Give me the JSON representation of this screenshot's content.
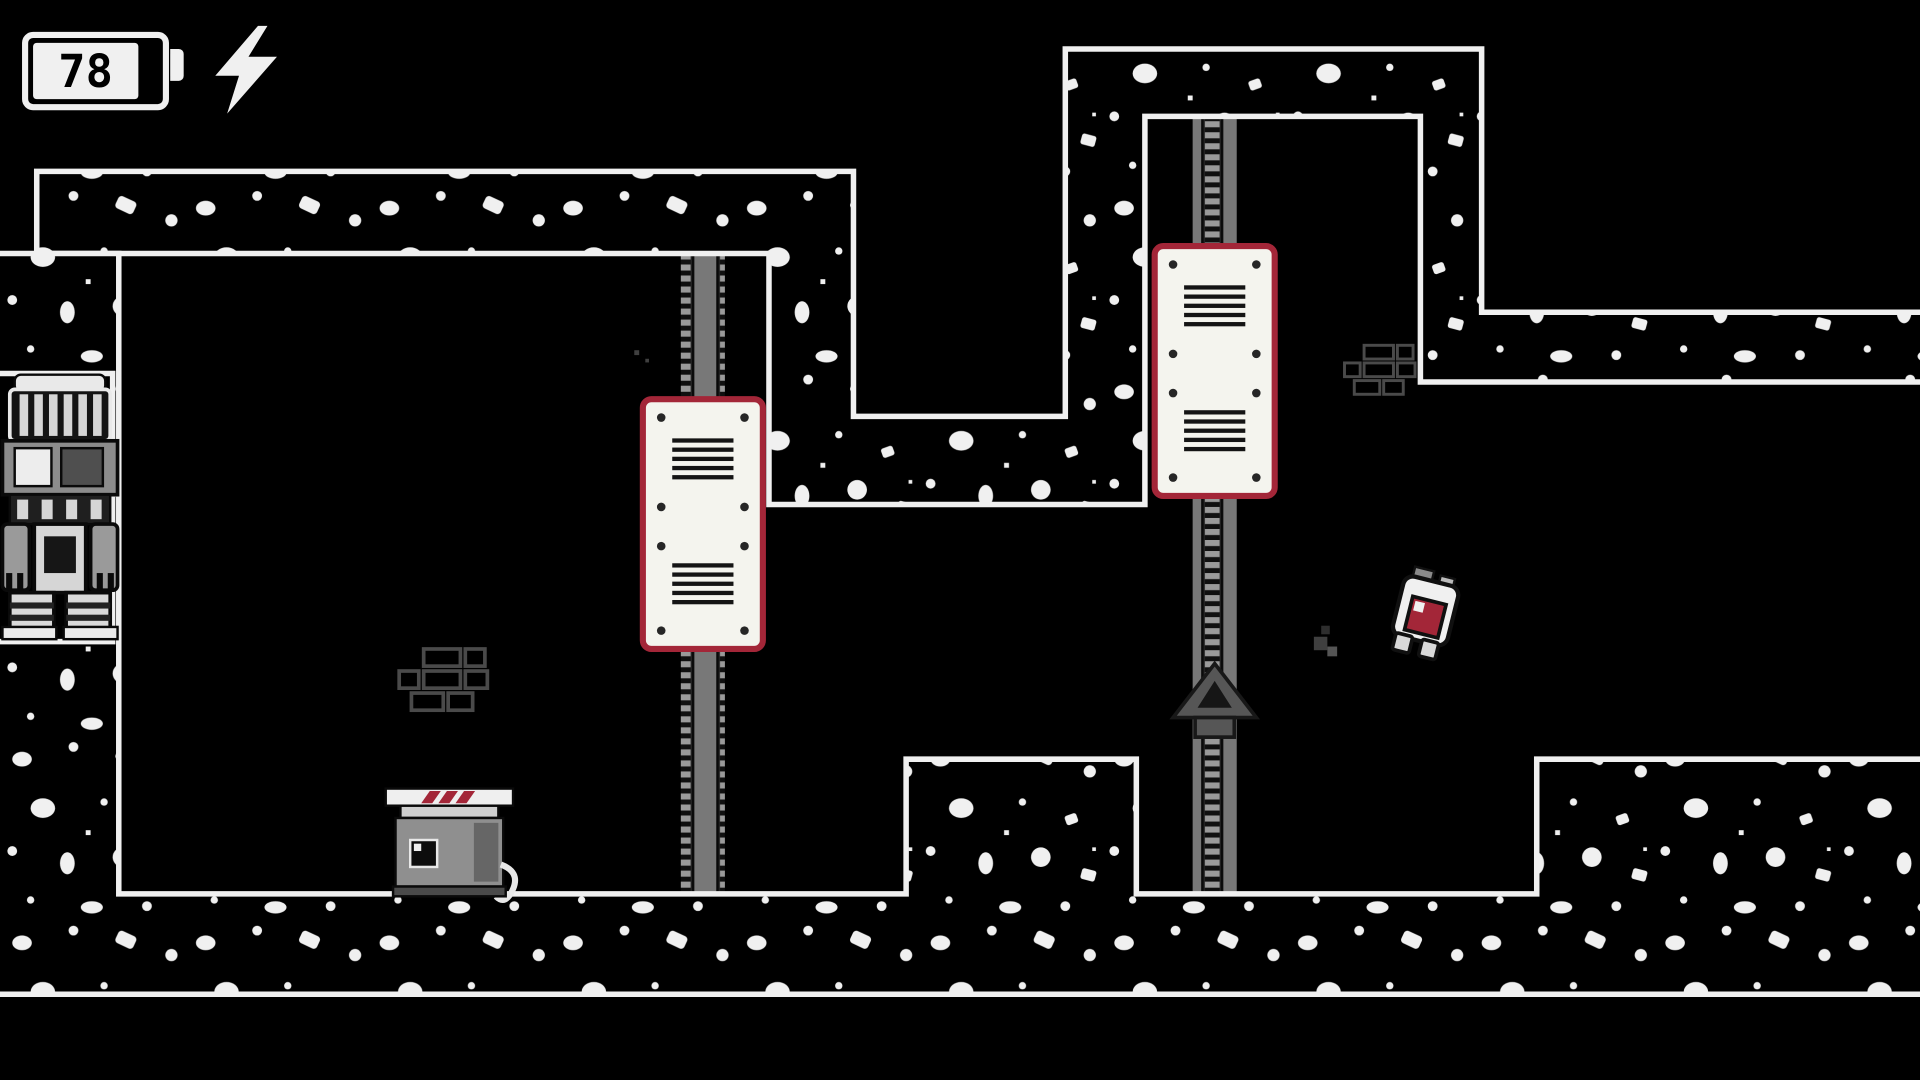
{
  "meta": {
    "app": "pixel-art platformer game screen",
    "style": "1-bit monochrome cave with red accents"
  },
  "palette": {
    "background": "#000000",
    "foreground": "#f0f0f0",
    "accent_red": "#a32638",
    "rail_gray": "#787878",
    "machine_gray": "#8c8c8c"
  },
  "hud": {
    "battery_value": "78",
    "battery_icon": "battery-icon",
    "energy_icon": "lightning-bolt-icon"
  },
  "scene": {
    "entities": [
      {
        "name": "terrain-walls",
        "desc": "black cave walls filled with white speckle blobs, white outline",
        "interactable": false
      },
      {
        "name": "mech-suit-dock",
        "desc": "empty gray mech suit docked in alcove at left screen edge",
        "position": "left-middle"
      },
      {
        "name": "elevator-rail-1",
        "desc": "vertical gray ladder rail",
        "position": "left-room-center"
      },
      {
        "name": "elevator-platform-1",
        "desc": "white panel elevator car with red frame, rivets and vent slits",
        "position": "on rail 1"
      },
      {
        "name": "elevator-rail-2",
        "desc": "vertical gray ladder rail in right shaft",
        "position": "right-shaft"
      },
      {
        "name": "elevator-platform-2",
        "desc": "white panel elevator car with red frame, rivets and vent slits",
        "position": "on rail 2, upper"
      },
      {
        "name": "up-arrow-indicator",
        "desc": "gray up arrow marker on rail 2",
        "position": "below platform 2"
      },
      {
        "name": "save-station",
        "desc": "gray machine with white lid and red hazard dashes",
        "position": "bottom-left floor"
      },
      {
        "name": "player-robot",
        "desc": "small white robot with red visor screen, tilted mid-air",
        "position": "right of shaft"
      },
      {
        "name": "smoke-puff",
        "desc": "gray exhaust pixels",
        "position": "left of player"
      },
      {
        "name": "brick-decal-1",
        "desc": "faint gray brick outline decoration",
        "position": "left room"
      },
      {
        "name": "brick-decal-2",
        "desc": "faint gray brick outline decoration",
        "position": "right shaft"
      }
    ]
  }
}
